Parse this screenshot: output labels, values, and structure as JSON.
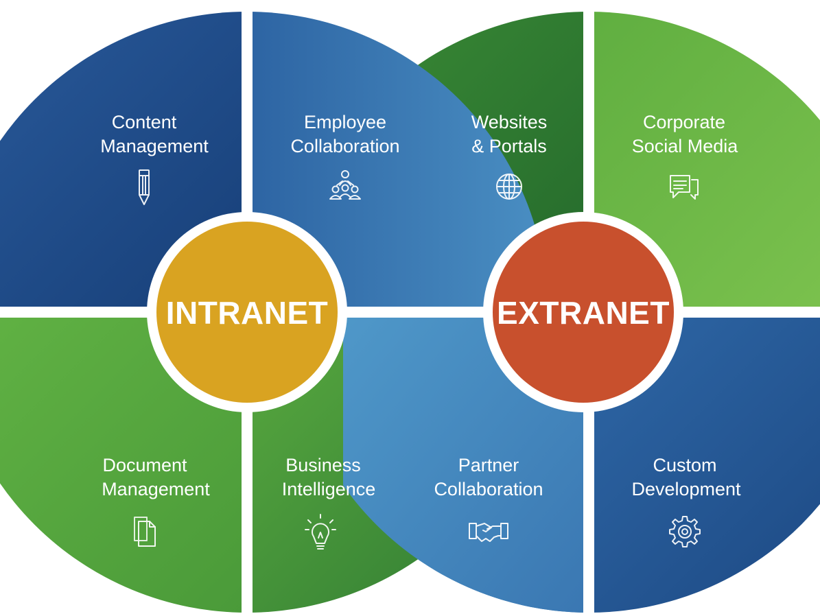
{
  "hubs": {
    "intranet": {
      "label": "INTRANET",
      "color": "#d9a321"
    },
    "extranet": {
      "label": "EXTRANET",
      "color": "#c8502d"
    }
  },
  "intranet_segments": {
    "content_management": {
      "line1": "Content",
      "line2": "Management",
      "icon": "pencil-icon"
    },
    "employee_collaboration": {
      "line1": "Employee",
      "line2": "Collaboration",
      "icon": "team-icon"
    },
    "document_management": {
      "line1": "Document",
      "line2": "Management",
      "icon": "documents-icon"
    },
    "business_intelligence": {
      "line1": "Business",
      "line2": "Intelligence",
      "icon": "lightbulb-icon"
    }
  },
  "extranet_segments": {
    "websites_portals": {
      "line1": "Websites",
      "line2": "& Portals",
      "icon": "globe-icon"
    },
    "corporate_social_media": {
      "line1": "Corporate",
      "line2": "Social Media",
      "icon": "chat-icon"
    },
    "partner_collaboration": {
      "line1": "Partner",
      "line2": "Collaboration",
      "icon": "handshake-icon"
    },
    "custom_development": {
      "line1": "Custom",
      "line2": "Development",
      "icon": "gear-icon"
    }
  },
  "colors": {
    "dark_blue": "#1f4a87",
    "mid_blue": "#3a74b0",
    "light_blue": "#4f95c6",
    "green": "#5aa83f",
    "dark_green": "#2f7a33",
    "bright_green": "#6fb846"
  }
}
